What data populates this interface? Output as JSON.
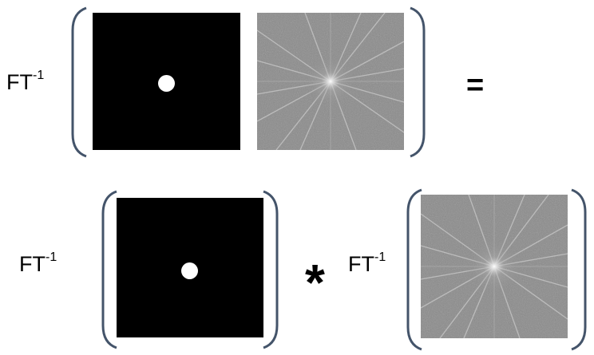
{
  "equation": {
    "row1": {
      "operator_label": "FT",
      "operator_superscript": "-1",
      "equals_symbol": "="
    },
    "row2": {
      "left_operator_label": "FT",
      "left_operator_superscript": "-1",
      "convolution_symbol": "*",
      "right_operator_label": "FT",
      "right_operator_superscript": "-1"
    }
  },
  "colors": {
    "bracket": "#44546a",
    "mask_background": "#000000",
    "mask_dot": "#ffffff",
    "spectrum_background": "#8a8a8a"
  },
  "icons": {
    "mask_image": "circular-low-pass-mask",
    "spectrum_image": "fourier-magnitude-spectrum"
  }
}
